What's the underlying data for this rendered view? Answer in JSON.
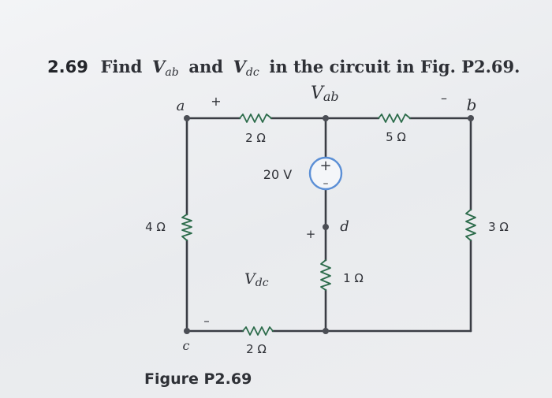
{
  "problem": {
    "number": "2.69",
    "text_find": "Find",
    "v1_main": "V",
    "v1_sub": "ab",
    "text_and": "and",
    "v2_main": "V",
    "v2_sub": "dc",
    "text_rest": "in the circuit in Fig. P2.69."
  },
  "nodes": {
    "a": "a",
    "b": "b",
    "c": "c",
    "d": "d"
  },
  "polarity": {
    "vab_plus": "+",
    "vab_minus": "–",
    "vdc_plus": "+",
    "vdc_minus": "–",
    "source_plus": "+",
    "source_minus": "–"
  },
  "voltage_labels": {
    "vab_main": "V",
    "vab_sub": "ab",
    "vdc_main": "V",
    "vdc_sub": "dc"
  },
  "components": {
    "r_top_left": "2 Ω",
    "r_top_right": "5 Ω",
    "r_left": "4 Ω",
    "r_right": "3 Ω",
    "r_middle": "1 Ω",
    "r_bottom": "2 Ω",
    "source": "20 V"
  },
  "caption": "Figure P2.69",
  "colors": {
    "wire": "#3a3d44",
    "resistor": "#2b6b4a",
    "source_ring": "#5b8fd6",
    "title": "#23252a"
  }
}
